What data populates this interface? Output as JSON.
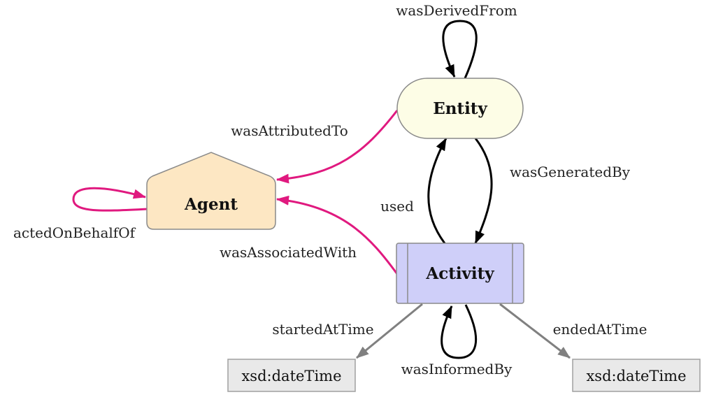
{
  "nodes": {
    "entity": {
      "label": "Entity",
      "fill": "#fdfde6",
      "stroke": "#8a8a8a"
    },
    "agent": {
      "label": "Agent",
      "fill": "#fde7c3",
      "stroke": "#8a8a8a"
    },
    "activity": {
      "label": "Activity",
      "fill": "#cfcff9",
      "stroke": "#8a8a8a"
    },
    "datetime_start": {
      "label": "xsd:dateTime",
      "fill": "#e9e9e9",
      "stroke": "#a0a0a0"
    },
    "datetime_end": {
      "label": "xsd:dateTime",
      "fill": "#e9e9e9",
      "stroke": "#a0a0a0"
    }
  },
  "edges": {
    "was_derived_from": {
      "label": "wasDerivedFrom",
      "color": "#000000"
    },
    "was_attributed_to": {
      "label": "wasAttributedTo",
      "color": "#e0197f"
    },
    "was_generated_by": {
      "label": "wasGeneratedBy",
      "color": "#000000"
    },
    "used": {
      "label": "used",
      "color": "#000000"
    },
    "acted_on_behalf_of": {
      "label": "actedOnBehalfOf",
      "color": "#e0197f"
    },
    "was_associated_with": {
      "label": "wasAssociatedWith",
      "color": "#e0197f"
    },
    "started_at_time": {
      "label": "startedAtTime",
      "color": "#808080"
    },
    "ended_at_time": {
      "label": "endedAtTime",
      "color": "#808080"
    },
    "was_informed_by": {
      "label": "wasInformedBy",
      "color": "#000000"
    }
  }
}
